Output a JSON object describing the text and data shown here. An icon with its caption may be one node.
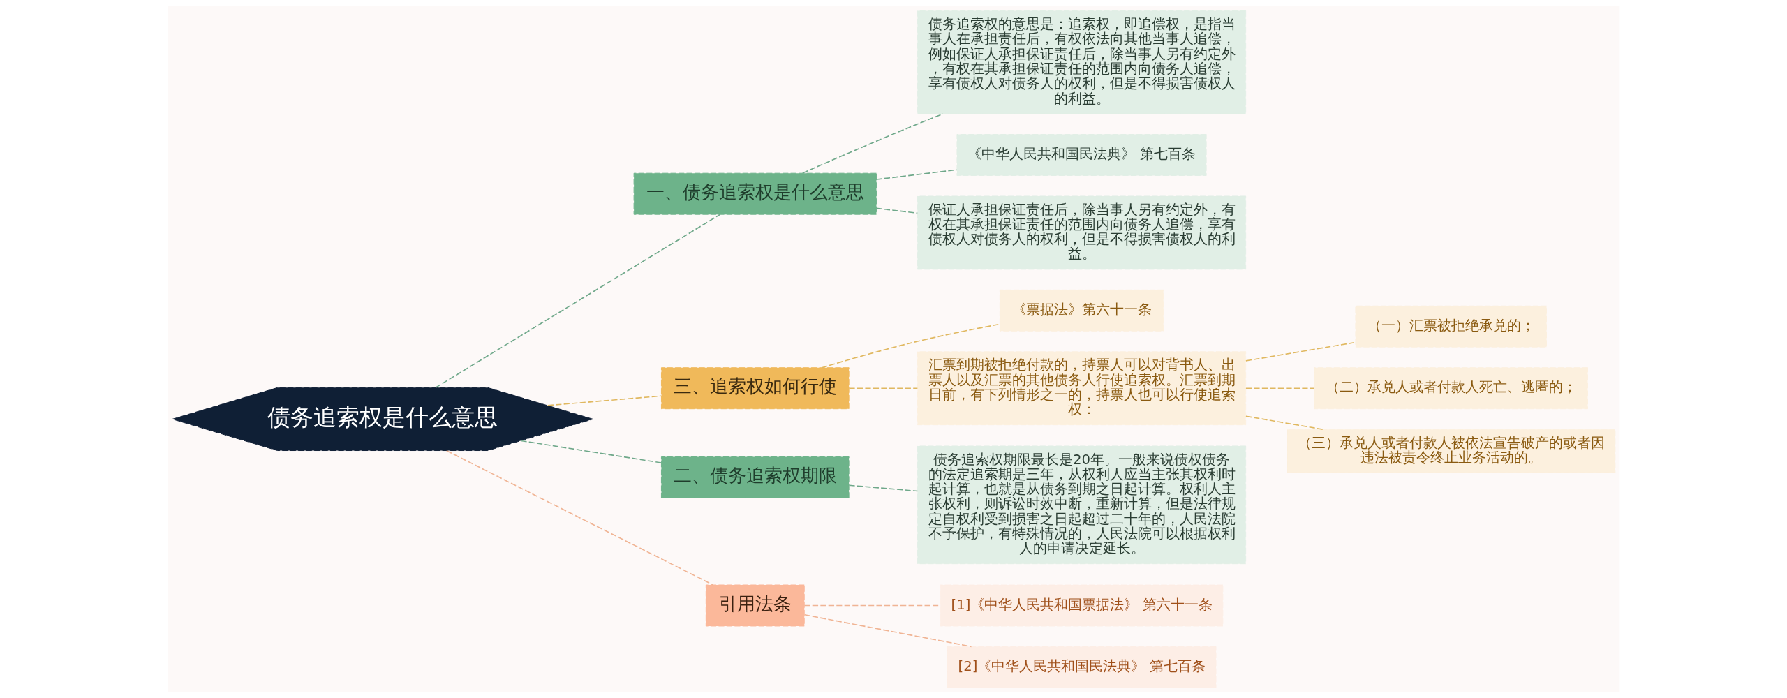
{
  "diagram": {
    "nodes": [
      {
        "text": [
          "债务追索权是什么意思"
        ]
      },
      {
        "text": [
          "一、债务追索权是什么意思"
        ]
      },
      {
        "text": [
          "债务追索权的意思是：追索权，即追偿权，是指当事人在承担责任后，有权依法向其他当事人追偿，例如保证人承担保证责任后，除当事人另有约定外，有权在其承担保证责任的范围内向债务人追偿，享有债权人对债务人的权利，但是不得损害债权人的利益。"
        ]
      },
      {
        "text": [
          "《中华人民共和国民法典》 第七百条"
        ]
      },
      {
        "text": [
          "保证人承担保证责任后，除当事人另有约定外，有权在其承担保证责任的范围内向债务人追偿，享有债权人对债务人的权利，但是不得损害债权人的利益。"
        ]
      },
      {
        "text": [
          "三、追索权如何行使"
        ]
      },
      {
        "text": [
          "《票据法》第六十一条"
        ]
      },
      {
        "text": [
          "汇票到期被拒绝付款的，持票人可以对背书人、出票人以及汇票的其他债务人行使追索权。汇票到期日前，有下列情形之一的，持票人也可以行使追索权："
        ]
      },
      {
        "text": [
          "（一）汇票被拒绝承兑的；"
        ]
      },
      {
        "text": [
          "（二）承兑人或者付款人死亡、逃匿的；"
        ]
      },
      {
        "text": [
          "（三）承兑人或者付款人被依法宣告破产的或者因违法被责令终止业务活动的。"
        ]
      },
      {
        "text": [
          "二、债务追索权期限"
        ]
      },
      {
        "text": [
          "债务追索权期限最长是20年。一般来说债权债务的法定追索期是三年，从权利人应当主张其权利时起计算，也就是从债务到期之日起计算。权利人主张权利，则诉讼时效中断，重新计算，但是法律规定自权利受到损害之日起超过二十年的，人民法院不予保护，有特殊情况的，人民法院可以根据权利人的申请决定延长。"
        ]
      },
      {
        "text": [
          "引用法条"
        ]
      },
      {
        "text": [
          "[1]《中华人民共和国票据法》 第六十一条"
        ]
      },
      {
        "text": [
          "[2]《中华人民共和国民法典》 第七百条"
        ]
      }
    ],
    "edges": [
      {
        "from": 0,
        "to": 1,
        "arrow": "none",
        "style": "dashed",
        "color": "#6fa88a"
      },
      {
        "from": 1,
        "to": 2,
        "arrow": "none",
        "style": "dashed",
        "color": "#6fa88a"
      },
      {
        "from": 1,
        "to": 3,
        "arrow": "none",
        "style": "dashed",
        "color": "#6fa88a"
      },
      {
        "from": 1,
        "to": 4,
        "arrow": "none",
        "style": "dashed",
        "color": "#6fa88a"
      },
      {
        "from": 0,
        "to": 5,
        "arrow": "none",
        "style": "dashed",
        "color": "#e0b860"
      },
      {
        "from": 5,
        "to": 6,
        "arrow": "none",
        "style": "dashed",
        "color": "#e0b860"
      },
      {
        "from": 5,
        "to": 7,
        "arrow": "none",
        "style": "dashed",
        "color": "#e0b860"
      },
      {
        "from": 7,
        "to": 8,
        "arrow": "none",
        "style": "dashed",
        "color": "#e0b860"
      },
      {
        "from": 7,
        "to": 9,
        "arrow": "none",
        "style": "dashed",
        "color": "#e0b860"
      },
      {
        "from": 7,
        "to": 10,
        "arrow": "none",
        "style": "dashed",
        "color": "#e0b860"
      },
      {
        "from": 0,
        "to": 11,
        "arrow": "none",
        "style": "dashed",
        "color": "#6fa88a"
      },
      {
        "from": 11,
        "to": 12,
        "arrow": "none",
        "style": "dashed",
        "color": "#6fa88a"
      },
      {
        "from": 0,
        "to": 13,
        "arrow": "none",
        "style": "dashed",
        "color": "#f0b494"
      },
      {
        "from": 13,
        "to": 14,
        "arrow": "none",
        "style": "dashed",
        "color": "#f0b494"
      },
      {
        "from": 13,
        "to": 15,
        "arrow": "none",
        "style": "dashed",
        "color": "#f0b494"
      }
    ]
  }
}
